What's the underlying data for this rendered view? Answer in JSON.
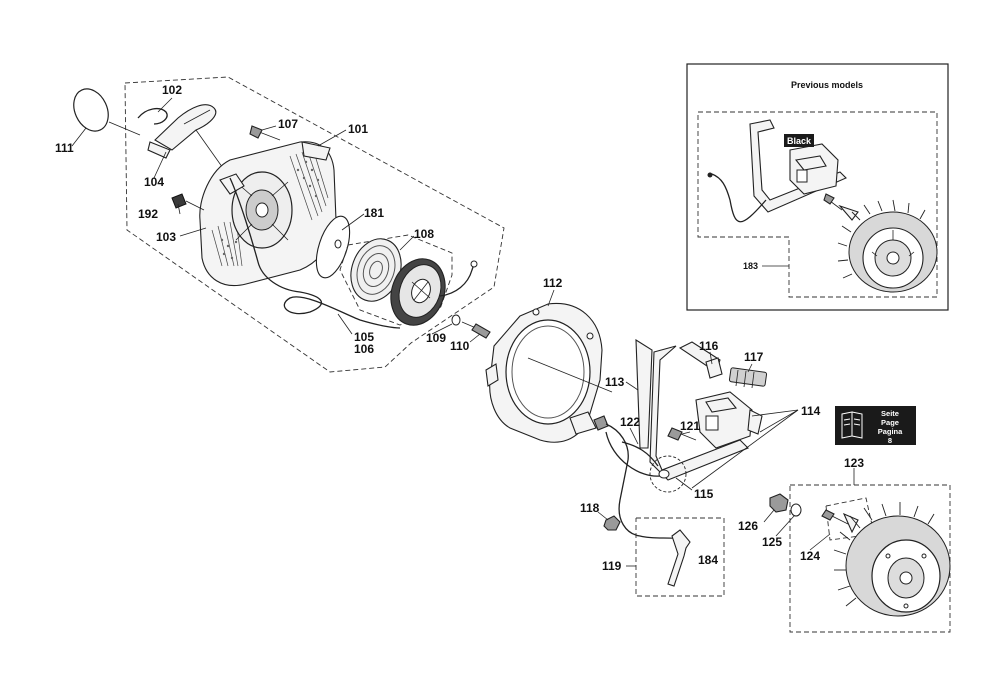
{
  "inset": {
    "title": "Previous models",
    "tag": "Black",
    "ref": "183"
  },
  "page_ref": {
    "line1": "Seite",
    "line2": "Page",
    "line3": "Pagina",
    "line4": "8"
  },
  "labels": {
    "p101": "101",
    "p102": "102",
    "p103": "103",
    "p104": "104",
    "p105": "105",
    "p106": "106",
    "p107": "107",
    "p108": "108",
    "p109": "109",
    "p110": "110",
    "p111": "111",
    "p112": "112",
    "p113": "113",
    "p114": "114",
    "p115": "115",
    "p116": "116",
    "p117": "117",
    "p118": "118",
    "p119": "119",
    "p121": "121",
    "p122": "122",
    "p123": "123",
    "p124": "124",
    "p125": "125",
    "p126": "126",
    "p181": "181",
    "p184": "184",
    "p192": "192"
  },
  "colors": {
    "line": "#222222",
    "badge": "#1a1a1a",
    "badge_text": "#ffffff"
  }
}
